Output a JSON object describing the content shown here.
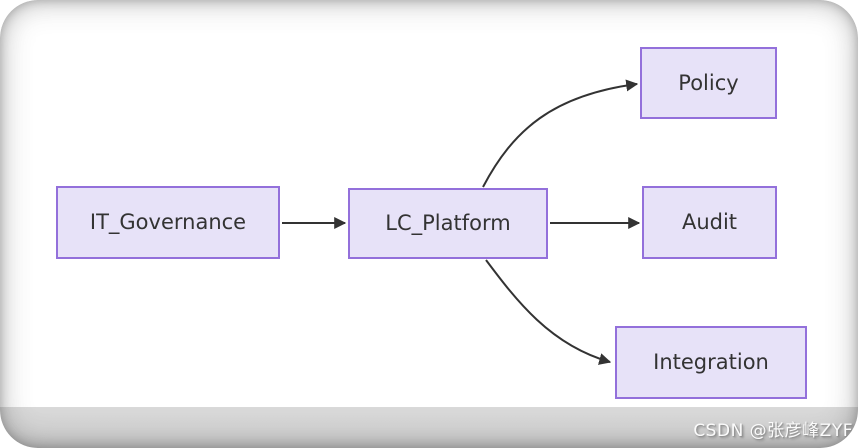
{
  "page": {
    "watermark": "CSDN @张彦峰ZYF"
  },
  "colors": {
    "node_fill": "#e7e2f8",
    "node_border": "#9370db",
    "node_text": "#333333",
    "edge": "#333333",
    "bottom_bar": "#d4d4d4",
    "card_background": "#ffffff"
  },
  "diagram": {
    "type": "flowchart",
    "direction": "left-to-right",
    "nodes": [
      {
        "id": "it_governance",
        "label": "IT_Governance"
      },
      {
        "id": "lc_platform",
        "label": "LC_Platform"
      },
      {
        "id": "policy",
        "label": "Policy"
      },
      {
        "id": "audit",
        "label": "Audit"
      },
      {
        "id": "integration",
        "label": "Integration"
      }
    ],
    "edges": [
      {
        "from": "IT_Governance",
        "to": "LC_Platform"
      },
      {
        "from": "LC_Platform",
        "to": "Policy"
      },
      {
        "from": "LC_Platform",
        "to": "Audit"
      },
      {
        "from": "LC_Platform",
        "to": "Integration"
      }
    ]
  }
}
